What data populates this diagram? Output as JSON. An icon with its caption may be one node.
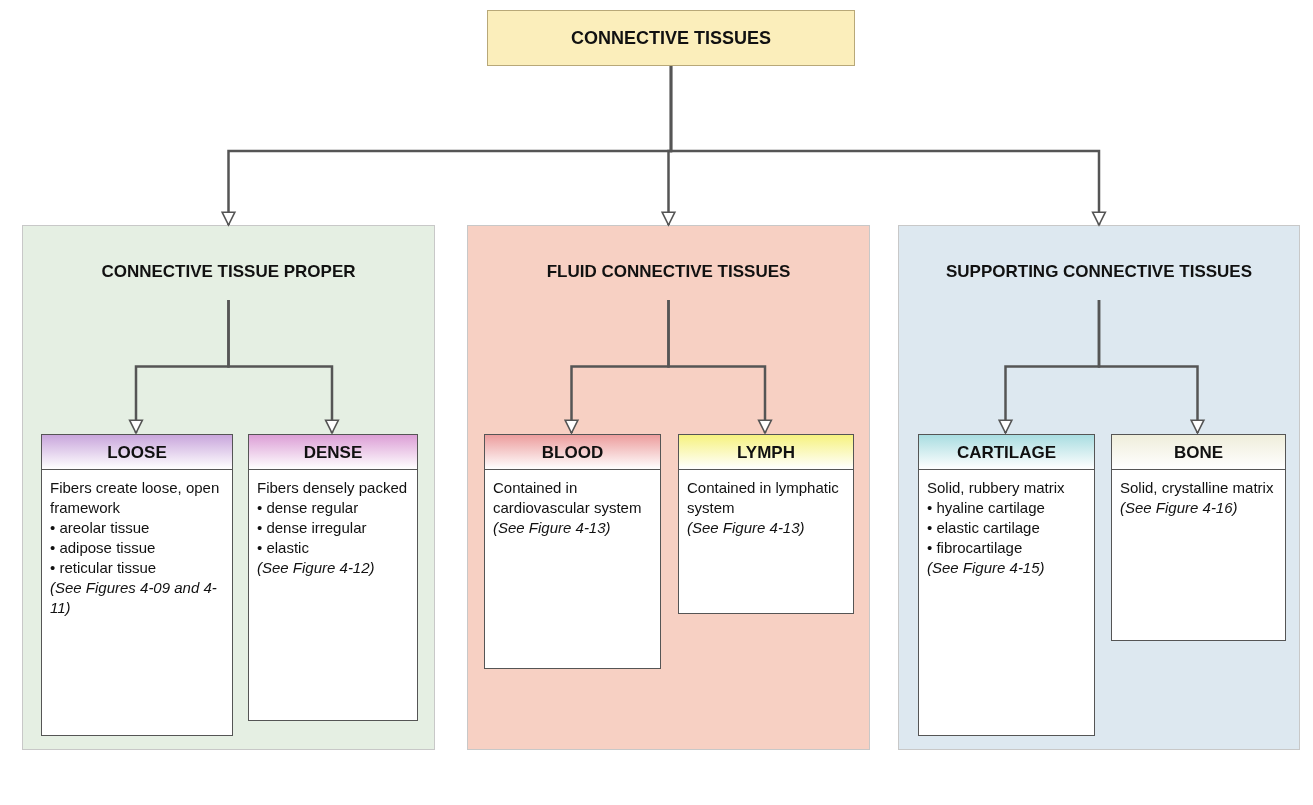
{
  "diagram": {
    "nodes": [
      {
        "text": [
          "CONNECTIVE TISSUES"
        ]
      },
      {
        "text": [
          "CONNECTIVE TISSUE PROPER"
        ]
      },
      {
        "text": [
          "LOOSE",
          "Fibers create loose, open framework",
          "• areolar tissue",
          "• adipose tissue",
          "• reticular tissue",
          "(See Figures 4-09 and 4-11)"
        ],
        "in": 1
      },
      {
        "text": [
          "DENSE",
          "Fibers densely packed",
          "• dense regular",
          "• dense irregular",
          "• elastic",
          "(See Figure 4-12)"
        ],
        "in": 1
      },
      {
        "text": [
          "FLUID CONNECTIVE TISSUES"
        ]
      },
      {
        "text": [
          "BLOOD",
          "Contained in cardiovascular system",
          "(See Figure 4-13)"
        ],
        "in": 4
      },
      {
        "text": [
          "LYMPH",
          "Contained in lymphatic system",
          "(See Figure 4-13)"
        ],
        "in": 4
      },
      {
        "text": [
          "SUPPORTING CONNECTIVE TISSUES"
        ]
      },
      {
        "text": [
          "CARTILAGE",
          "Solid, rubbery matrix",
          "• hyaline cartilage",
          "• elastic cartilage",
          "• fibrocartilage",
          "(See Figure 4-15)"
        ],
        "in": 7
      },
      {
        "text": [
          "BONE",
          "Solid, crystalline matrix",
          "(See Figure 4-16)"
        ],
        "in": 7
      }
    ],
    "edges": [
      {
        "from": 0,
        "to": 1,
        "arrow": "to"
      },
      {
        "from": 0,
        "to": 4,
        "arrow": "to"
      },
      {
        "from": 0,
        "to": 7,
        "arrow": "to"
      },
      {
        "from": 1,
        "to": 2,
        "arrow": "to"
      },
      {
        "from": 1,
        "to": 3,
        "arrow": "to"
      },
      {
        "from": 4,
        "to": 5,
        "arrow": "to"
      },
      {
        "from": 4,
        "to": 6,
        "arrow": "to"
      },
      {
        "from": 7,
        "to": 8,
        "arrow": "to"
      },
      {
        "from": 7,
        "to": 9,
        "arrow": "to"
      }
    ]
  }
}
